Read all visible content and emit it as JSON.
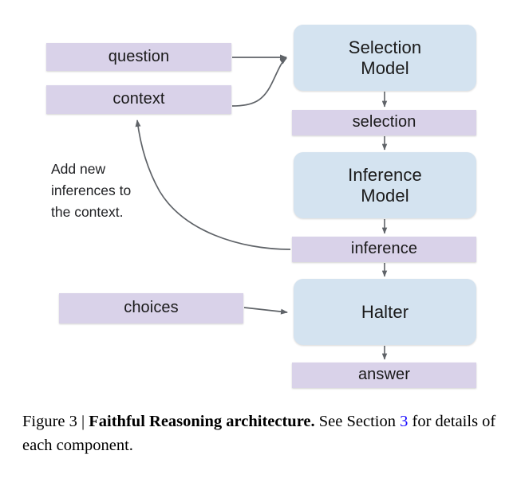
{
  "figure": {
    "caption_prefix": "Figure 3 | ",
    "caption_bold": "Faithful Reasoning architecture.",
    "caption_rest_a": " See Section ",
    "caption_link": "3",
    "caption_rest_b": " for details of each component."
  },
  "colors": {
    "data_box_fill": "#d9d2e9",
    "model_box_fill": "#d4e3f0",
    "edge_stroke": "#5f6368",
    "text": "#1a1a1a",
    "link": "#1a0dff"
  },
  "diagram": {
    "type": "flowchart",
    "title": "Faithful Reasoning architecture",
    "nodes": [
      {
        "id": "question",
        "label": "question",
        "kind": "data"
      },
      {
        "id": "context",
        "label": "context",
        "kind": "data"
      },
      {
        "id": "selection_model",
        "label": "Selection\nModel",
        "kind": "model"
      },
      {
        "id": "selection",
        "label": "selection",
        "kind": "data"
      },
      {
        "id": "inference_model",
        "label": "Inference\nModel",
        "kind": "model"
      },
      {
        "id": "inference",
        "label": "inference",
        "kind": "data"
      },
      {
        "id": "choices",
        "label": "choices",
        "kind": "data"
      },
      {
        "id": "halter",
        "label": "Halter",
        "kind": "model"
      },
      {
        "id": "answer",
        "label": "answer",
        "kind": "data"
      }
    ],
    "edges": [
      {
        "from": "question",
        "to": "selection_model",
        "style": "straight"
      },
      {
        "from": "context",
        "to": "selection_model",
        "style": "curved"
      },
      {
        "from": "selection_model",
        "to": "selection",
        "style": "straight"
      },
      {
        "from": "selection",
        "to": "inference_model",
        "style": "straight"
      },
      {
        "from": "inference_model",
        "to": "inference",
        "style": "straight"
      },
      {
        "from": "inference",
        "to": "halter",
        "style": "straight"
      },
      {
        "from": "choices",
        "to": "halter",
        "style": "straight"
      },
      {
        "from": "halter",
        "to": "answer",
        "style": "straight"
      },
      {
        "from": "inference",
        "to": "context",
        "style": "curved",
        "label": "Add new inferences to the context."
      }
    ],
    "annotation": "Add new\ninferences to\nthe context."
  }
}
